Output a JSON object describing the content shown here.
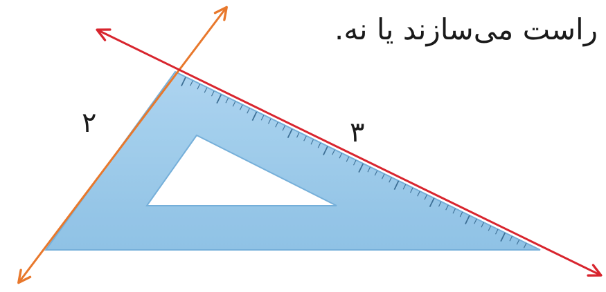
{
  "caption": "راست می‌سازند یا نه.",
  "labels": {
    "side_a": "۲",
    "side_b": "۳"
  },
  "colors": {
    "line_orange": "#e8782c",
    "line_red": "#d8252e",
    "ruler_fill": "#8ec3e6",
    "ruler_edge": "#6aa9d6",
    "tick": "#3d6f95"
  },
  "icons": {
    "line_end": "double-arrow-line"
  }
}
